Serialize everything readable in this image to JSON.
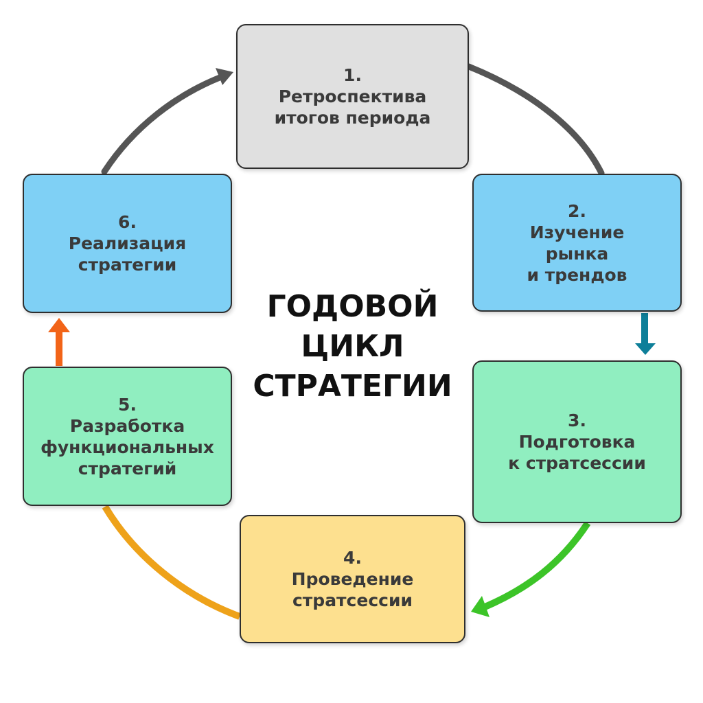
{
  "title": {
    "lines": [
      "ГОДОВОЙ",
      "ЦИКЛ",
      "СТРАТЕГИИ"
    ]
  },
  "stages": [
    {
      "number": "1.",
      "lines": [
        "Ретроспектива",
        "итогов периода"
      ],
      "fill": "#e0e0e0"
    },
    {
      "number": "2.",
      "lines": [
        "Изучение",
        "рынка",
        "и трендов"
      ],
      "fill": "#7fd0f5"
    },
    {
      "number": "3.",
      "lines": [
        "Подготовка",
        "к стратсессии"
      ],
      "fill": "#90eec0"
    },
    {
      "number": "4.",
      "lines": [
        "Проведение",
        "стратсессии"
      ],
      "fill": "#fde08f"
    },
    {
      "number": "5.",
      "lines": [
        "Разработка",
        "функциональных",
        "стратегий"
      ],
      "fill": "#90eec0"
    },
    {
      "number": "6.",
      "lines": [
        "Реализация",
        "стратегии"
      ],
      "fill": "#7fd0f5"
    }
  ],
  "arrow_colors": {
    "stage1_to_stage2": "#555555",
    "stage2_to_stage3": "#0e7f99",
    "stage3_to_stage4": "#3cc428",
    "stage4_to_stage5": "#eea21a",
    "stage5_to_stage6": "#f26418",
    "stage6_to_stage1": "#555555"
  }
}
